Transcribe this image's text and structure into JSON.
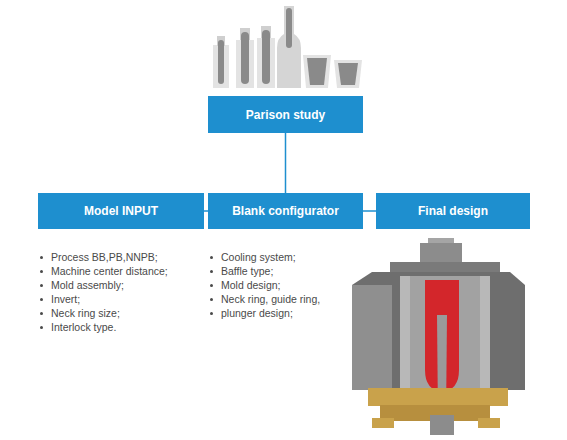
{
  "diagram": {
    "nodes": [
      {
        "text": [
          "Parison study"
        ]
      },
      {
        "text": [
          "Model INPUT"
        ]
      },
      {
        "text": [
          "Blank configurator"
        ]
      },
      {
        "text": [
          "Final design"
        ]
      }
    ],
    "edges": [
      {
        "from": 0,
        "to": 2,
        "arrow": "none"
      },
      {
        "from": 1,
        "to": 2,
        "arrow": "none"
      },
      {
        "from": 2,
        "to": 3,
        "arrow": "none"
      }
    ],
    "labels": [
      "Process BB,PB,NNPB;",
      "Machine center distance;",
      "Mold assembly;",
      "Invert;",
      "Neck ring size;",
      "Interlock type.",
      "Cooling system;",
      "Baffle type;",
      "Mold design;",
      "Neck ring, guide ring,",
      "plunger design;"
    ]
  }
}
